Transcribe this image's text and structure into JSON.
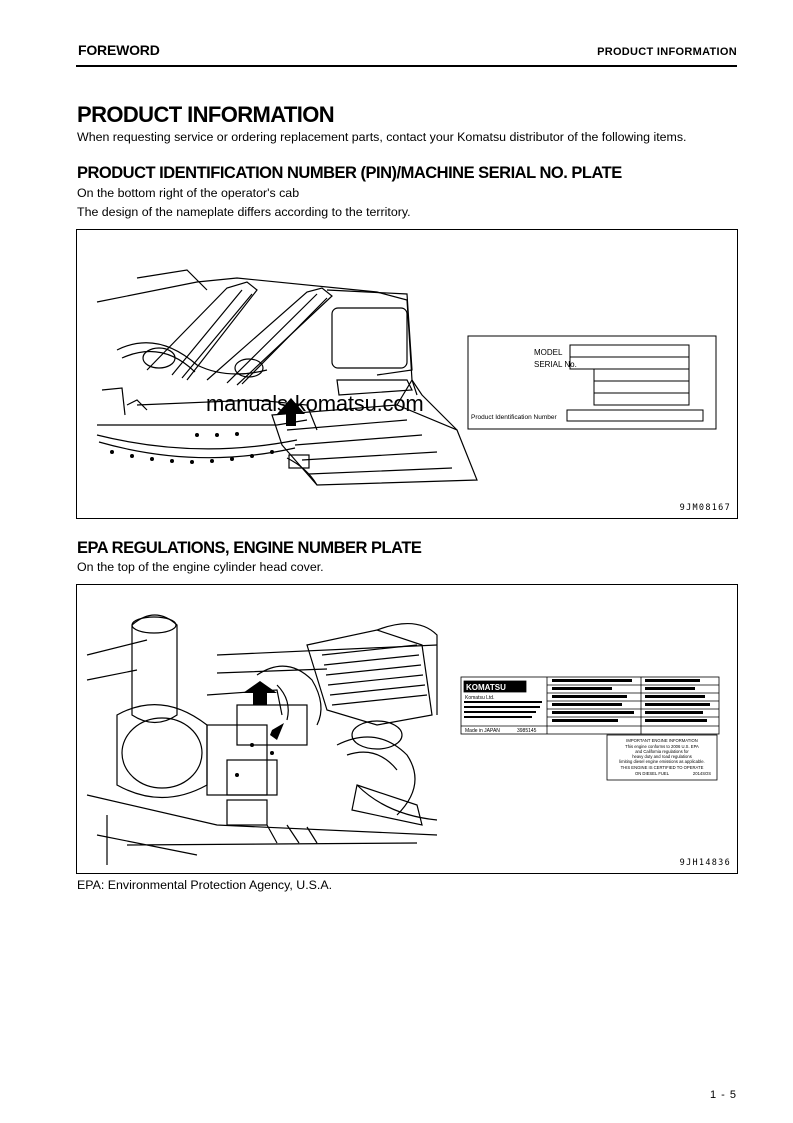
{
  "header": {
    "left": "FOREWORD",
    "right": "PRODUCT INFORMATION"
  },
  "title": "PRODUCT INFORMATION",
  "intro": "When requesting service or ordering replacement parts, contact your Komatsu distributor of the following items.",
  "section1": {
    "heading": "PRODUCT IDENTIFICATION NUMBER (PIN)/MACHINE SERIAL NO. PLATE",
    "line1": "On the bottom right of the operator's cab",
    "line2": "The design of the nameplate differs according to the territory.",
    "figure_code": "9JM08167",
    "plate": {
      "model_label": "MODEL",
      "serial_label": "SERIAL No.",
      "pin_label": "Product Identification Number"
    }
  },
  "watermark": "manuals-komatsu.com",
  "section2": {
    "heading": "EPA REGULATIONS, ENGINE NUMBER PLATE",
    "line1": "On the top of the engine cylinder head cover.",
    "figure_code": "9JH14836",
    "plate": {
      "brand": "KOMATSU",
      "company": "Komatsu Ltd.",
      "made_in": "Made in JAPAN",
      "part_no": "3985145",
      "info_title": "IMPORTANT ENGINE INFORMATION",
      "info_line1": "This engine conforms to 2006 U.S. EPA",
      "info_line2": "and California regulations for",
      "info_line3": "heavy duty and road regulations",
      "info_line4": "limiting diesel engine emissions as applicable.",
      "info_line5": "THIS ENGINE IS CERTIFIED TO OPERATE",
      "info_line6": "ON DIESEL FUEL",
      "info_year": "2014SOS"
    }
  },
  "footnote": "EPA: Environmental Protection Agency, U.S.A.",
  "page_number": "1 - 5"
}
